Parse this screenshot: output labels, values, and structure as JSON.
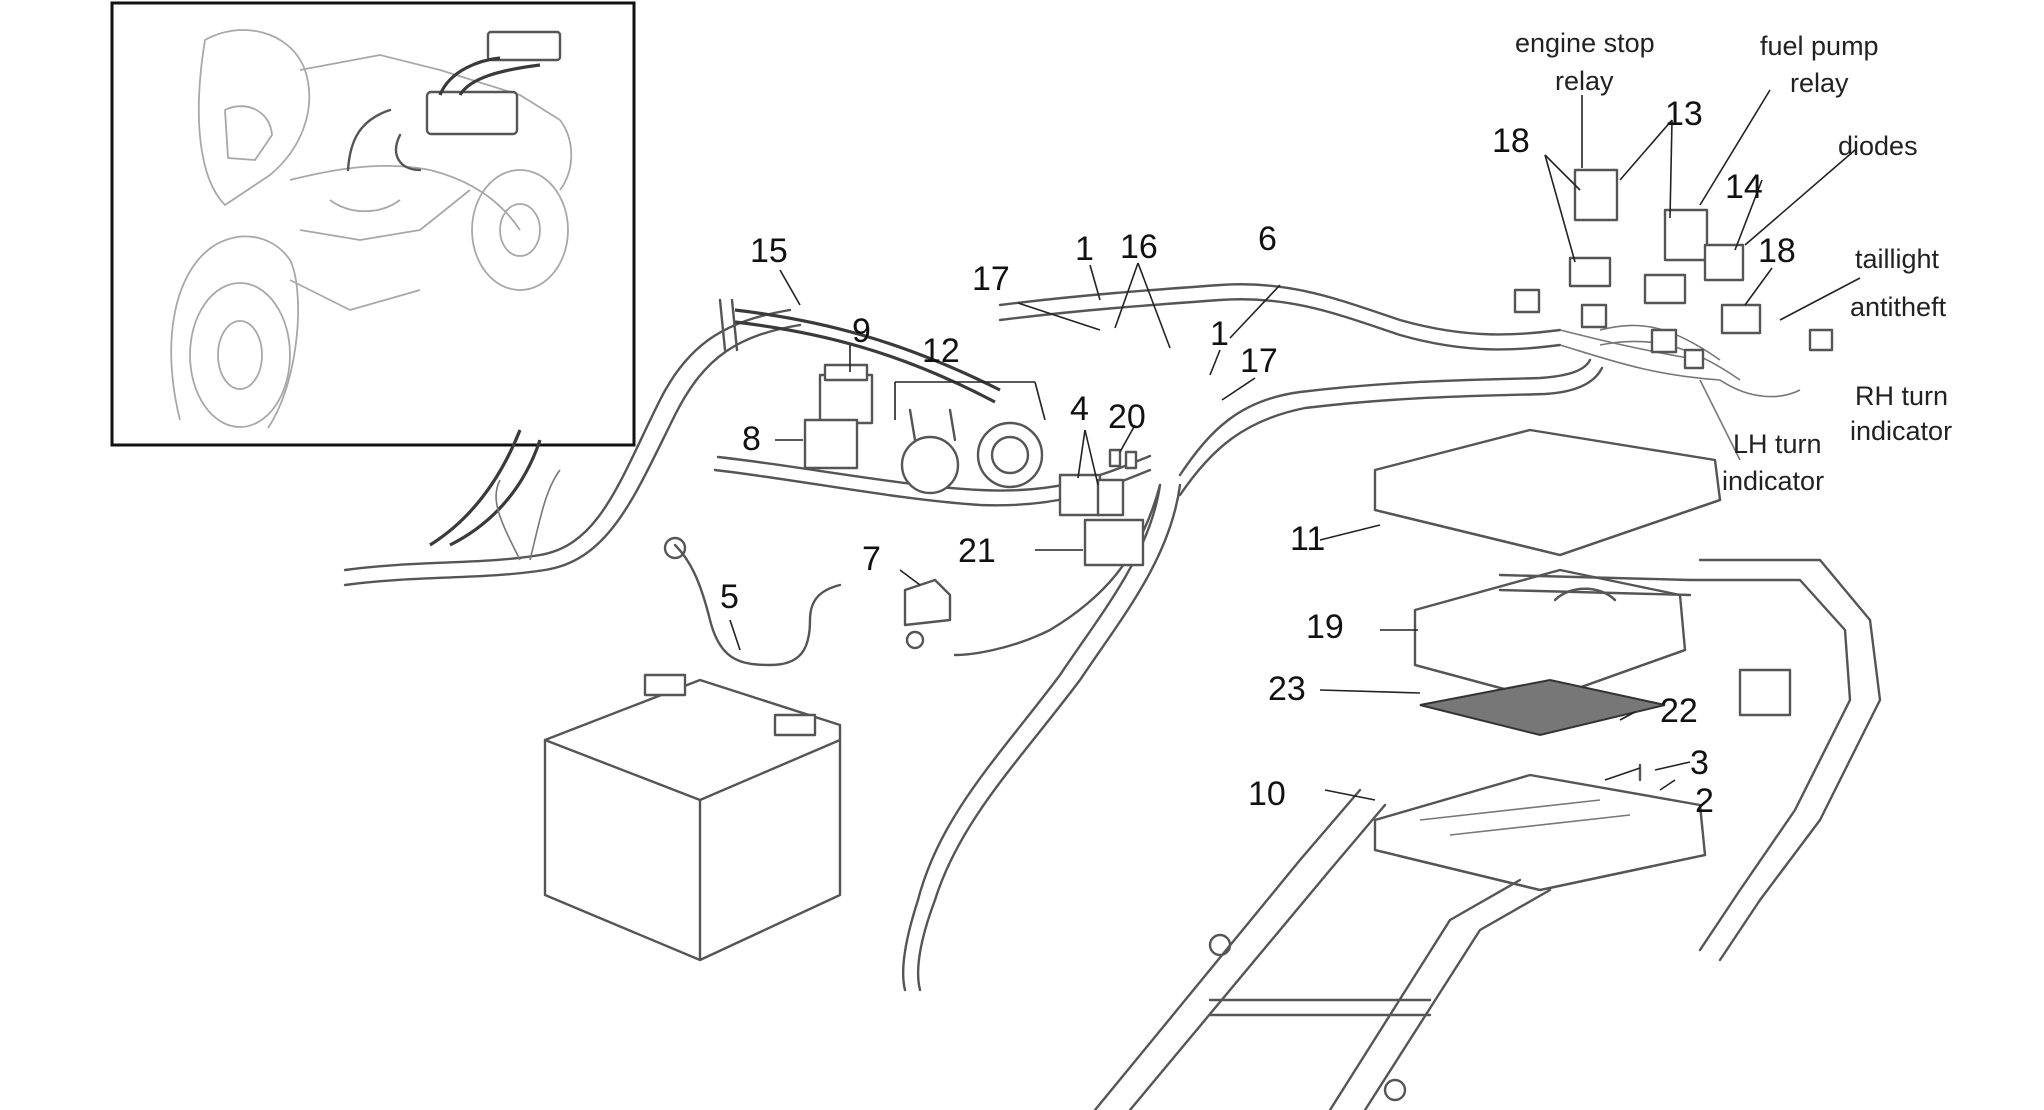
{
  "callouts": {
    "c1a": "1",
    "c1b": "1",
    "c2": "2",
    "c3": "3",
    "c4": "4",
    "c5": "5",
    "c6": "6",
    "c7": "7",
    "c8": "8",
    "c9": "9",
    "c10": "10",
    "c11": "11",
    "c12": "12",
    "c13": "13",
    "c14": "14",
    "c15": "15",
    "c16": "16",
    "c17a": "17",
    "c17b": "17",
    "c18a": "18",
    "c18b": "18",
    "c19": "19",
    "c20": "20",
    "c21": "21",
    "c22": "22",
    "c23": "23"
  },
  "labels": {
    "engine_stop_relay_1": "engine stop",
    "engine_stop_relay_2": "relay",
    "fuel_pump_relay_1": "fuel pump",
    "fuel_pump_relay_2": "relay",
    "diodes": "diodes",
    "taillight": "taillight",
    "antitheft": "antitheft",
    "rh_turn_1": "RH turn",
    "rh_turn_2": "indicator",
    "lh_turn_1": "LH turn",
    "lh_turn_2": "indicator"
  },
  "colors": {
    "line": "#555555",
    "text": "#111111",
    "background": "#ffffff"
  }
}
